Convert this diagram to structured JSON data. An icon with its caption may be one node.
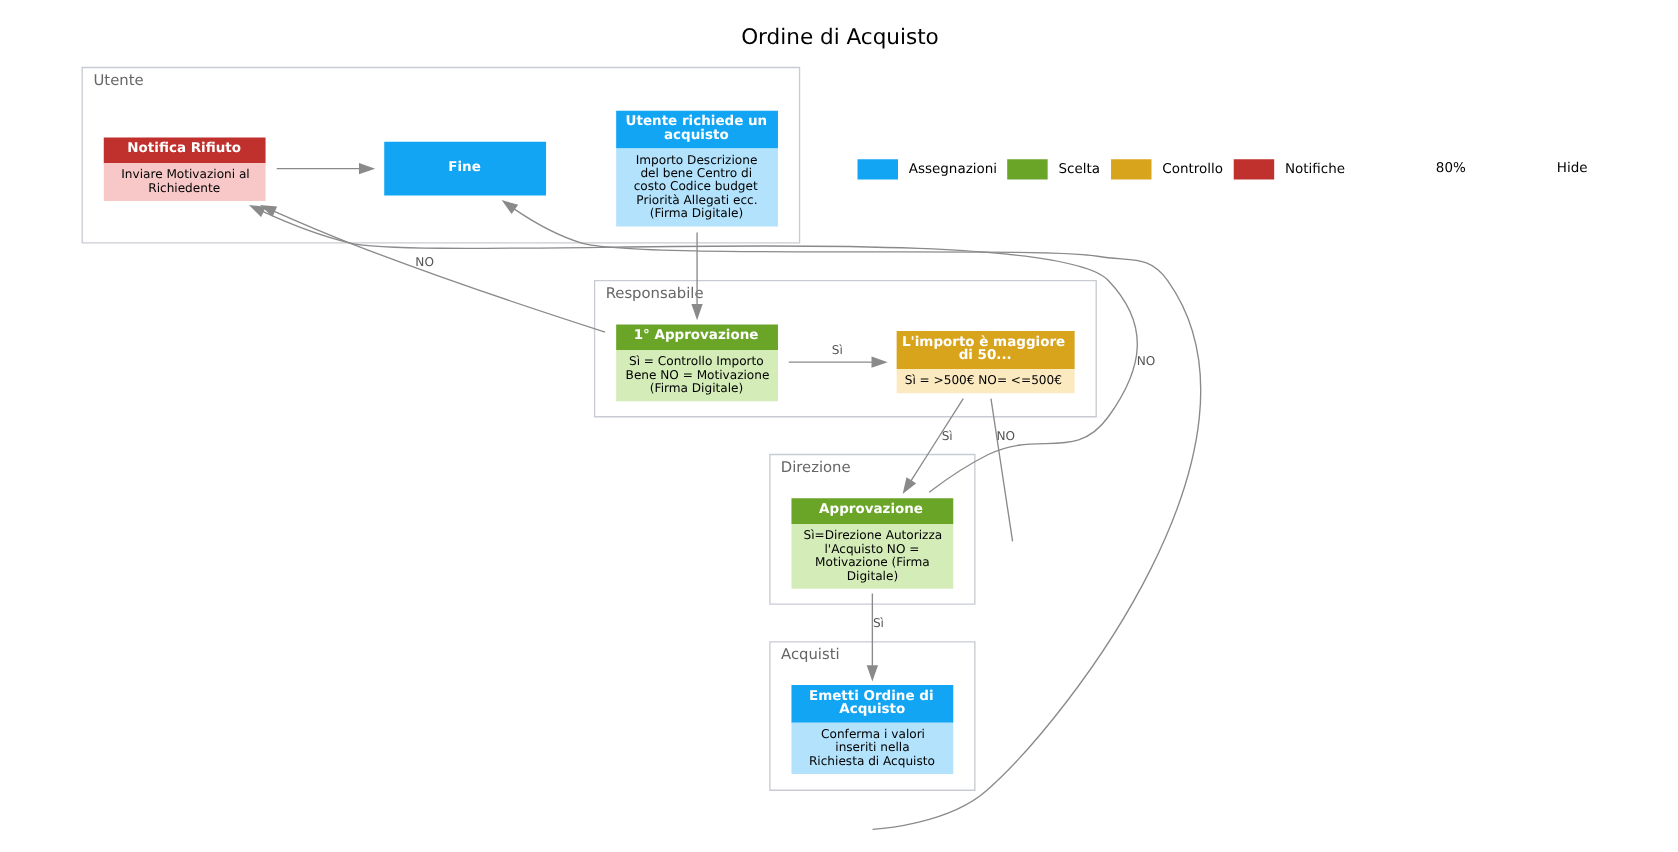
{
  "diagram": {
    "title": "Ordine di Acquisto",
    "nodes": [
      {
        "text": [
          "Utente"
        ]
      },
      {
        "text": [
          "Utente richiede un acquisto",
          "Importo Descrizione del bene Centro di costo Codice budget Priorità Allegati ecc. (Firma Digitale)"
        ],
        "in": 0
      },
      {
        "text": [
          "Notifica Rifiuto",
          "Inviare Motivazioni al Richiedente"
        ],
        "in": 0
      },
      {
        "text": [
          "Fine"
        ],
        "in": 0
      },
      {
        "text": [
          "Responsabile"
        ]
      },
      {
        "text": [
          "1° Approvazione",
          "Sì = Controllo Importo Bene NO = Motivazione (Firma Digitale)"
        ],
        "in": 4
      },
      {
        "text": [
          "L'importo è maggiore di 50...",
          "Sì = >500€ NO= <=500€"
        ],
        "in": 4
      },
      {
        "text": [
          "Direzione"
        ]
      },
      {
        "text": [
          "Approvazione",
          "Sì=Direzione Autorizza l'Acquisto NO = Motivazione (Firma Digitale)"
        ],
        "in": 7
      },
      {
        "text": [
          "Acquisti"
        ]
      },
      {
        "text": [
          "Emetti Ordine di Acquisto",
          "Conferma i valori inseriti nella Richiesta di Acquisto"
        ],
        "in": 9
      }
    ],
    "edges": [
      {
        "from": 1,
        "to": 5,
        "arrow": "to"
      },
      {
        "from": 5,
        "to": 2,
        "arrow": "to",
        "label": "NO"
      },
      {
        "from": 5,
        "to": 6,
        "arrow": "to",
        "label": "Sì"
      },
      {
        "from": 2,
        "to": 3,
        "arrow": "to"
      },
      {
        "from": 6,
        "to": 8,
        "arrow": "to",
        "label": "Sì"
      },
      {
        "from": 8,
        "to": 2,
        "arrow": "to",
        "label": "NO"
      },
      {
        "from": 8,
        "to": 10,
        "arrow": "to",
        "label": "Sì"
      },
      {
        "from": 6,
        "to": null,
        "arrow": "none",
        "label": "NO"
      },
      {
        "from": null,
        "to": 3,
        "arrow": "to"
      }
    ],
    "labels": [
      "80%",
      "Hide"
    ],
    "legend": [
      {
        "text": "Assegnazioni",
        "color": "#12a5f4"
      },
      {
        "text": "Scelta",
        "color": "#6aa528"
      },
      {
        "text": "Controllo",
        "color": "#d8a41c"
      },
      {
        "text": "Notifiche",
        "color": "#c0302c"
      }
    ]
  }
}
